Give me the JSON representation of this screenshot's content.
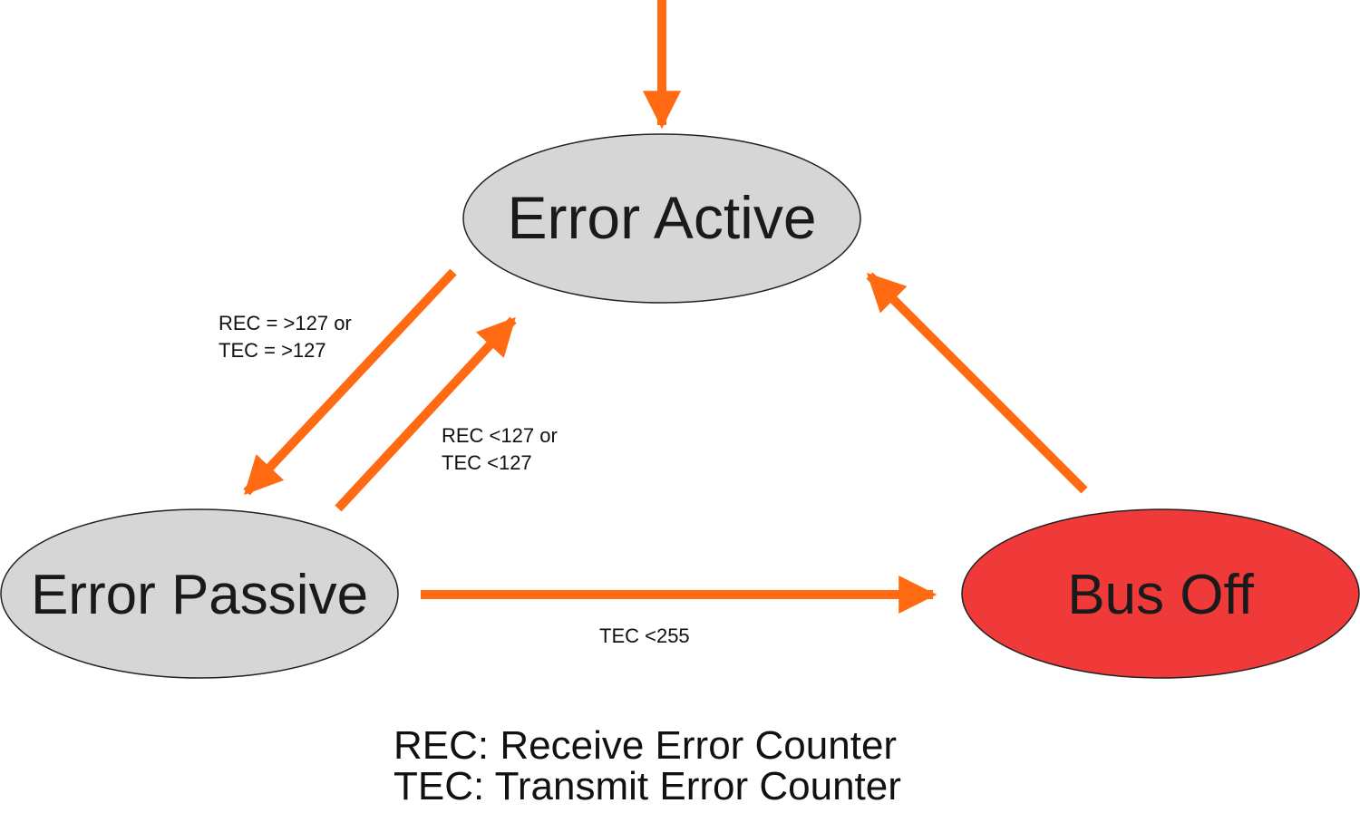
{
  "colors": {
    "arrow": "#ff6a13",
    "state_fill": "#d6d6d6",
    "state_fill_bus_off": "#f03a3a",
    "state_stroke": "#222222",
    "text": "#1a1a1a"
  },
  "states": {
    "error_active": "Error Active",
    "error_passive": "Error Passive",
    "bus_off": "Bus Off"
  },
  "transitions": {
    "active_to_passive": {
      "line1": "REC = >127 or",
      "line2": "TEC = >127"
    },
    "passive_to_active": {
      "line1": "REC <127 or",
      "line2": "TEC <127"
    },
    "passive_to_bus_off": {
      "line1": "TEC <255"
    }
  },
  "legend": {
    "line1": "REC: Receive Error Counter",
    "line2": "TEC: Transmit Error Counter"
  }
}
